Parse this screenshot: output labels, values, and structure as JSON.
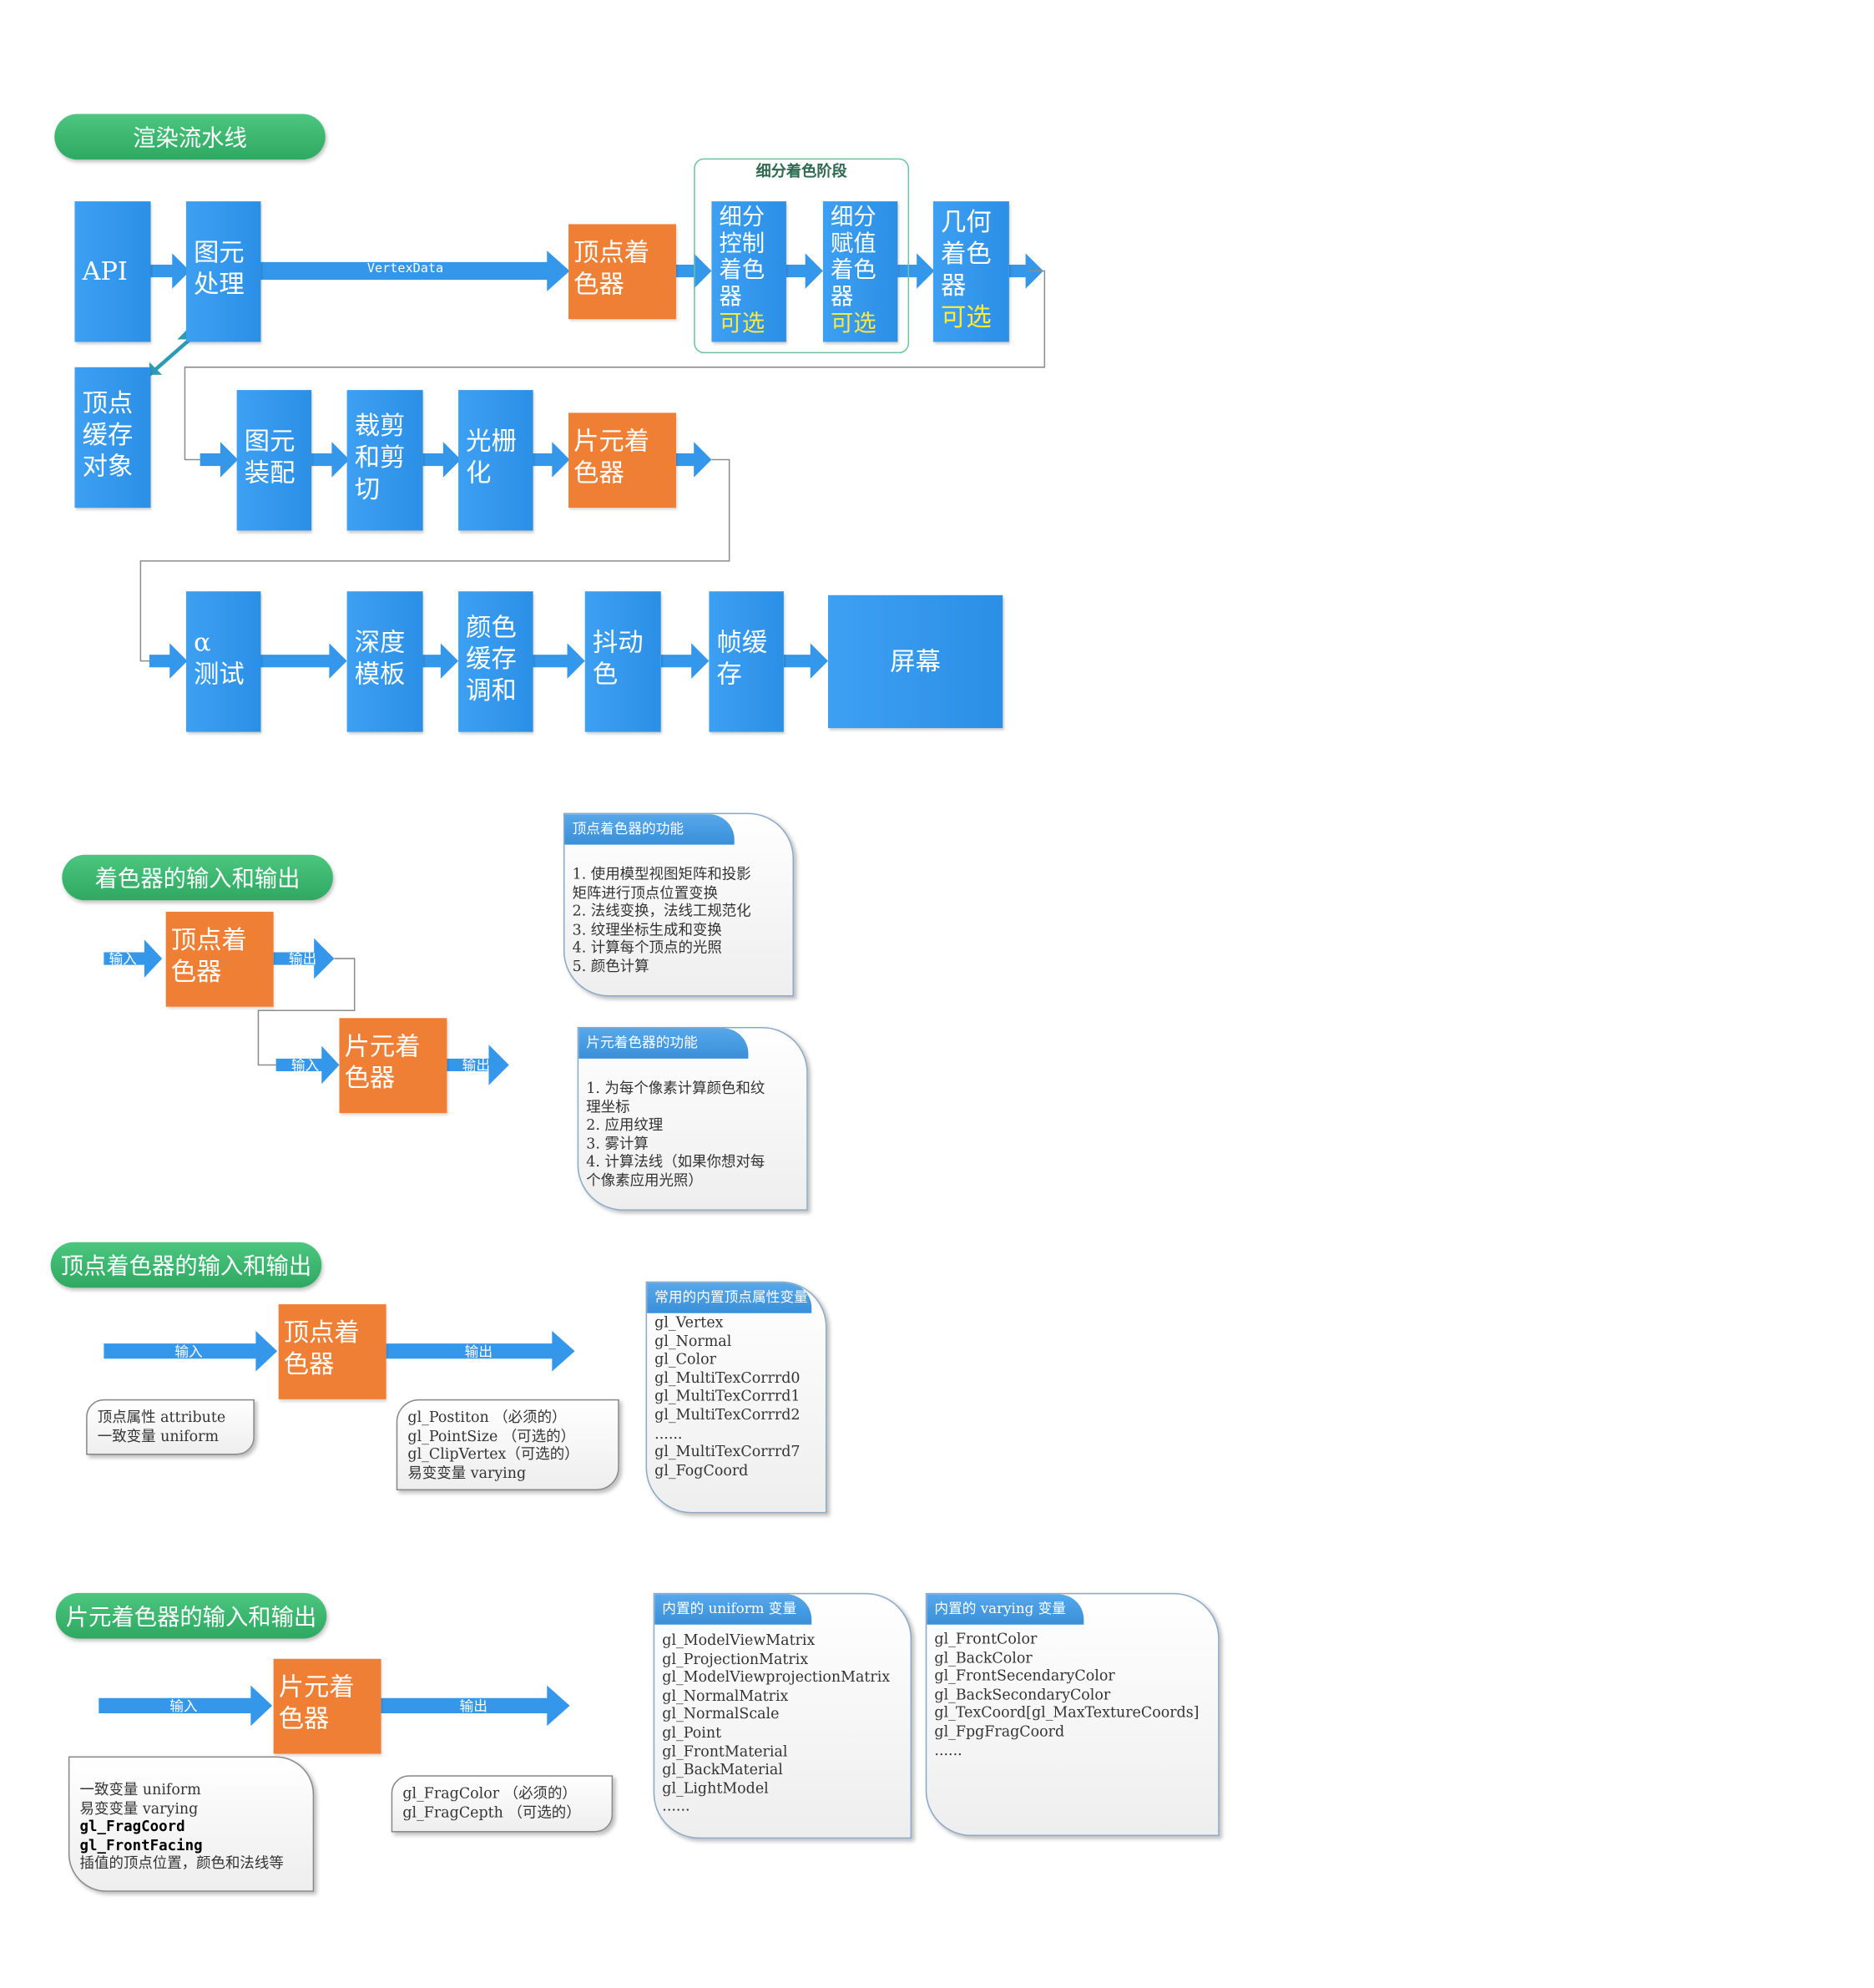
{
  "colors": {
    "blue": "#2f92e8",
    "orange": "#ef7f35",
    "green": "#34ad68",
    "optional": "#ffe93b",
    "teal": "#2e9bb5"
  },
  "section1": {
    "title": "渲染流水线",
    "group_label": "细分着色阶段",
    "edge_label": "VertexData",
    "boxes": {
      "api": "API",
      "primitive_processing": [
        "图元",
        "处理"
      ],
      "vertex_buffer": [
        "顶点",
        "缓存",
        "对象"
      ],
      "vertex_shader": [
        "顶点着",
        "色器"
      ],
      "tess_control": [
        "细分",
        "控制",
        "着色",
        "器"
      ],
      "tess_eval": [
        "细分",
        "赋值",
        "着色",
        "器"
      ],
      "geometry": [
        "几何",
        "着色",
        "器"
      ],
      "optional": "可选",
      "primitive_assembly": [
        "图元",
        "装配"
      ],
      "clipping": [
        "裁剪",
        "和剪",
        "切"
      ],
      "raster": [
        "光栅",
        "化"
      ],
      "fragment_shader": [
        "片元着",
        "色器"
      ],
      "alpha_test": [
        "α",
        "测试"
      ],
      "depth_stencil": [
        "深度",
        "模板"
      ],
      "color_blend": [
        "颜色",
        "缓存",
        "调和"
      ],
      "dither": [
        "抖动",
        "色"
      ],
      "framebuffer": [
        "帧缓",
        "存"
      ],
      "screen": "屏幕"
    }
  },
  "section2": {
    "title": "着色器的输入和输出",
    "input": "输入",
    "output": "输出",
    "vertex_shader": [
      "顶点着",
      "色器"
    ],
    "fragment_shader": [
      "片元着",
      "色器"
    ],
    "vs_card": {
      "title": "顶点着色器的功能",
      "lines": [
        "1.  使用模型视图矩阵和投影",
        "矩阵进行顶点位置变换",
        "2.  法线变换，法线工规范化",
        "3.  纹理坐标生成和变换",
        "4.  计算每个顶点的光照",
        "5.  颜色计算"
      ]
    },
    "fs_card": {
      "title": "片元着色器的功能",
      "lines": [
        "1.  为每个像素计算颜色和纹",
        "理坐标",
        "2.  应用纹理",
        "3.  雾计算",
        "4.  计算法线（如果你想对每",
        "个像素应用光照）"
      ]
    }
  },
  "section3": {
    "title": "顶点着色器的输入和输出",
    "input": "输入",
    "output": "输出",
    "box": [
      "顶点着",
      "色器"
    ],
    "in_note": [
      "顶点属性 attribute",
      "一致变量 uniform"
    ],
    "out_note": [
      "gl_Postiton  （必须的）",
      "gl_PointSize （可选的）",
      "gl_ClipVertex（可选的）",
      "易变变量 varying"
    ],
    "card": {
      "title": "常用的内置顶点属性变量",
      "lines": [
        "gl_Vertex",
        "gl_Normal",
        "gl_Color",
        "gl_MultiTexCorrrd0",
        "gl_MultiTexCorrrd1",
        "gl_MultiTexCorrrd2",
        "......",
        "gl_MultiTexCorrrd7",
        "gl_FogCoord"
      ]
    }
  },
  "section4": {
    "title": "片元着色器的输入和输出",
    "input": "输入",
    "output": "输出",
    "box": [
      "片元着",
      "色器"
    ],
    "in_note": [
      "一致变量 uniform",
      "易变变量 varying",
      "gl_FragCoord",
      "gl_FrontFacing",
      "插值的顶点位置，颜色和法线等"
    ],
    "out_note": [
      "gl_FragColor （必须的）",
      "gl_FragCepth （可选的）"
    ],
    "uniform_card": {
      "title": "内置的 uniform 变量",
      "lines": [
        "gl_ModelViewMatrix",
        "gl_ProjectionMatrix",
        "gl_ModelViewprojectionMatrix",
        "gl_NormalMatrix",
        "gl_NormalScale",
        "gl_Point",
        "gl_FrontMaterial",
        "gl_BackMaterial",
        "gl_LightModel",
        "......"
      ]
    },
    "varying_card": {
      "title": "内置的 varying 变量",
      "lines": [
        "gl_FrontColor",
        "gl_BackColor",
        "gl_FrontSecendaryColor",
        "gl_BackSecondaryColor",
        "gl_TexCoord[gl_MaxTextureCoords]",
        "gl_FpgFragCoord",
        "......"
      ]
    }
  }
}
